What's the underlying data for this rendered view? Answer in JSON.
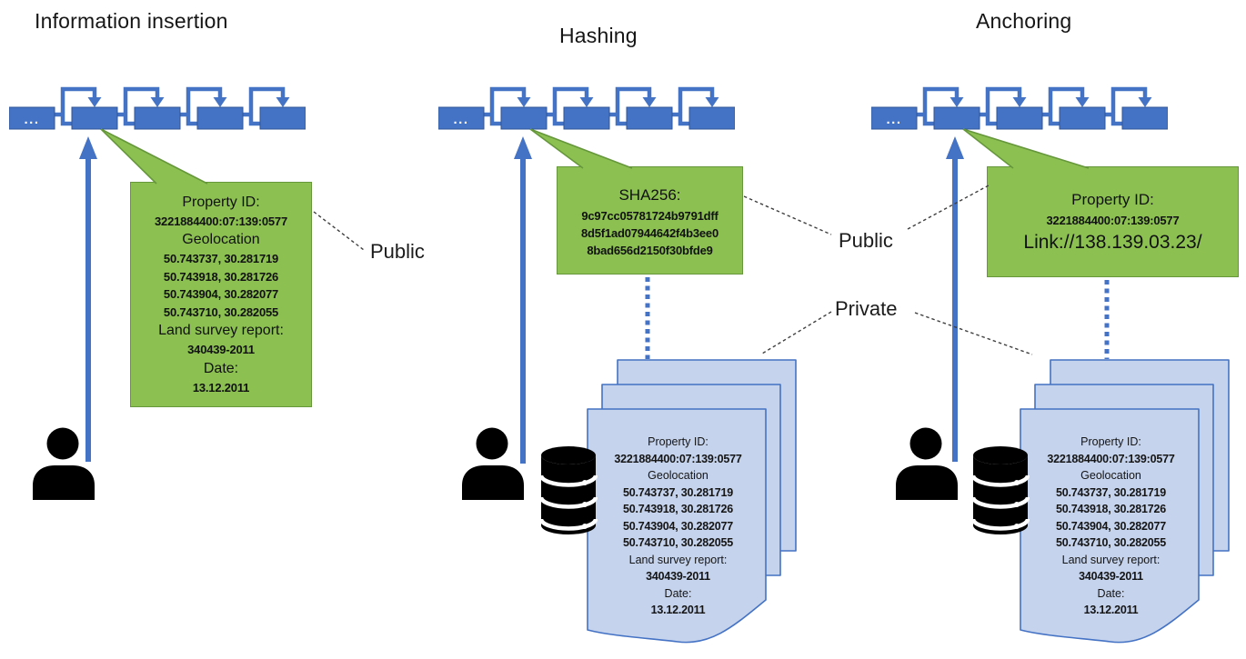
{
  "colors": {
    "block_blue": "#4472C4",
    "block_border": "#2F5597",
    "page_fill": "#C5D3ED",
    "green_fill": "#8CC152",
    "green_border": "#66973B"
  },
  "panels": [
    {
      "title": "Information insertion",
      "chain_ellipsis": "...",
      "public_label": "Public",
      "callout": {
        "lines": [
          "Property ID:",
          "3221884400:07:139:0577",
          "Geolocation",
          "50.743737, 30.281719",
          "50.743918, 30.281726",
          "50.743904, 30.282077",
          "50.743710, 30.282055",
          "Land survey report:",
          "340439-2011",
          "Date:",
          "13.12.2011"
        ]
      }
    },
    {
      "title": "Hashing",
      "chain_ellipsis": "...",
      "public_label": "Public",
      "private_label": "Private",
      "callout": {
        "title": "SHA256:",
        "hash_lines": [
          "9c97cc05781724b9791dff",
          "8d5f1ad07944642f4b3ee0",
          "8bad656d2150f30bfde9"
        ]
      },
      "document": {
        "lines": [
          "Property ID:",
          "3221884400:07:139:0577",
          "Geolocation",
          "50.743737, 30.281719",
          "50.743918, 30.281726",
          "50.743904, 30.282077",
          "50.743710, 30.282055",
          "Land survey report:",
          "340439-2011",
          "Date:",
          "13.12.2011"
        ]
      }
    },
    {
      "title": "Anchoring",
      "chain_ellipsis": "...",
      "callout": {
        "title": "Property ID:",
        "id": "3221884400:07:139:0577",
        "link": "Link://138.139.03.23/"
      },
      "document": {
        "lines": [
          "Property ID:",
          "3221884400:07:139:0577",
          "Geolocation",
          "50.743737, 30.281719",
          "50.743918, 30.281726",
          "50.743904, 30.282077",
          "50.743710, 30.282055",
          "Land survey report:",
          "340439-2011",
          "Date:",
          "13.12.2011"
        ]
      }
    }
  ]
}
